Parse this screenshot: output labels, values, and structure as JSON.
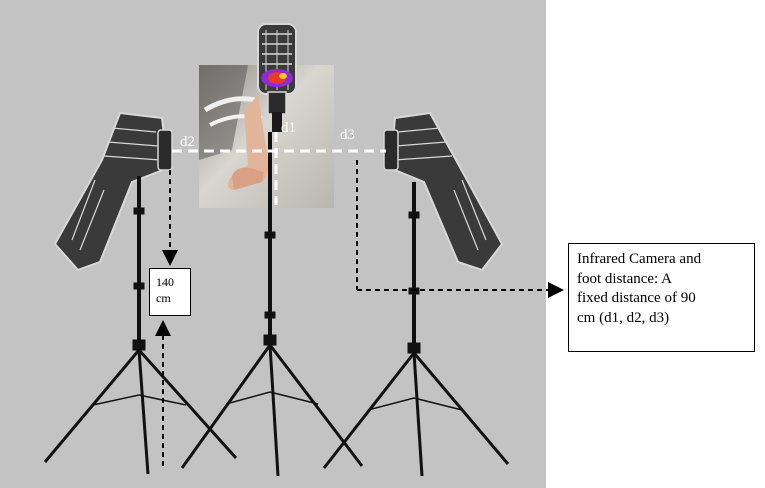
{
  "labels": {
    "d1": "d1",
    "d2": "d2",
    "d3": "d3"
  },
  "height_box": {
    "value": "140",
    "unit": "cm"
  },
  "callout": {
    "lines": [
      "Infrared Camera and",
      "foot distance: A",
      "fixed distance of 90",
      "cm (d1, d2, d3)"
    ]
  },
  "colors": {
    "background": "#c3c3c3",
    "camera_body": "#3a3a3a",
    "camera_outline": "#d8d8d8",
    "tripod": "#111111",
    "dashed_line": "#ffffff",
    "arrow": "#000000"
  }
}
